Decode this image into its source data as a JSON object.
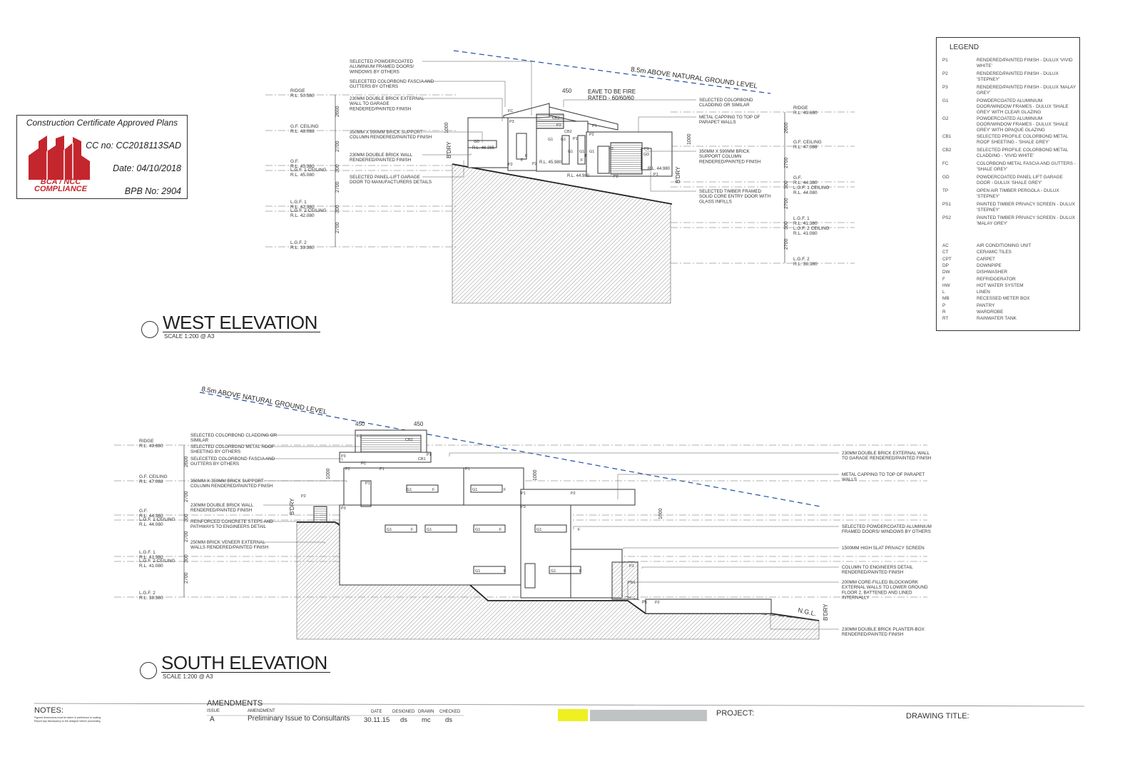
{
  "stamp": {
    "title": "Construction Certificate Approved Plans",
    "cc_no": "CC no:  CC2018113SAD",
    "date": "Date:  04/10/2018",
    "bpb_no": "BPB No:  2904",
    "logo_text_1": "BCA / NCC",
    "logo_text_2": "COMPLIANCE",
    "logo_color": "#c4262e"
  },
  "legend": {
    "title": "LEGEND",
    "finishes": [
      {
        "code": "P1",
        "desc": "RENDERED/PAINTED FINISH - DULUX 'VIVID WHITE'"
      },
      {
        "code": "P2",
        "desc": "RENDERED/PAINTED FINISH - DULUX 'STEPNEY'"
      },
      {
        "code": "P3",
        "desc": "RENDERED/PAINTED FINISH - DULUX 'MALAY GREY'"
      },
      {
        "code": "G1",
        "desc": "POWDERCOATED ALUMINIUM DOOR/WINDOW FRAMES - DULUX 'SHALE GREY' WITH CLEAR GLAZING"
      },
      {
        "code": "G2",
        "desc": "POWDERCOATED ALUMINIUM DOOR/WINDOW FRAMES - DULUX 'SHALE GREY' WITH OPAQUE GLAZING"
      },
      {
        "code": "CB1",
        "desc": "SELECTED PROFILE COLORBOND METAL ROOF SHEETING - 'SHALE GREY'"
      },
      {
        "code": "CB2",
        "desc": "SELECTED PROFILE COLORBOND METAL CLADDING - 'VIVID WHITE'"
      },
      {
        "code": "FC",
        "desc": "COLORBOND METAL FASCIA AND GUTTERS - 'SHALE GREY'"
      },
      {
        "code": "GD",
        "desc": "POWDERCOATED PANEL LIFT GARAGE DOOR - DULUX 'SHALE GREY'"
      },
      {
        "code": "TP",
        "desc": "OPEN AIR TIMBER PERGOLA - DULUX 'STEPNEY'"
      },
      {
        "code": "PS1",
        "desc": "PAINTED TIMBER PRIVACY SCREEN - DULUX 'STEPNEY'"
      },
      {
        "code": "PS2",
        "desc": "PAINTED TIMBER PRIVACY SCREEN - DULUX 'MALAY GREY'"
      }
    ],
    "abbreviations": [
      {
        "code": "AC",
        "desc": "AIR CONDITIONING UNIT"
      },
      {
        "code": "CT",
        "desc": "CERAMIC TILES"
      },
      {
        "code": "CPT",
        "desc": "CARPET"
      },
      {
        "code": "DP",
        "desc": "DOWNPIPE"
      },
      {
        "code": "DW",
        "desc": "DISHWASHER"
      },
      {
        "code": "F",
        "desc": "REFRIDGERATOR"
      },
      {
        "code": "HW",
        "desc": "HOT WATER SYSTEM"
      },
      {
        "code": "L",
        "desc": "LINEN"
      },
      {
        "code": "MB",
        "desc": "RECESSED METER BOX"
      },
      {
        "code": "P",
        "desc": "PANTRY"
      },
      {
        "code": "R",
        "desc": "WARDROBE"
      },
      {
        "code": "RT",
        "desc": "RAINWATER TANK"
      }
    ]
  },
  "west": {
    "title": "WEST ELEVATION",
    "scale": "SCALE 1:200  @ A3",
    "height_plane": "8.5m ABOVE NATURAL GROUND LEVEL",
    "left_levels": [
      {
        "name": "RIDGE",
        "rl": "R.L. 50.580"
      },
      {
        "name": "G.F. CEILING",
        "rl": "R.L. 48.088"
      },
      {
        "name": "G.F.",
        "rl": "R.L. 45.380"
      },
      {
        "name": "L.G.F. 1 CEILING",
        "rl": "R.L. 45.080"
      },
      {
        "name": "L.G.F. 1",
        "rl": "R.L. 42.380"
      },
      {
        "name": "L.G.F. 2 CEILING",
        "rl": "R.L. 42.080"
      },
      {
        "name": "L.G.F. 2",
        "rl": "R.L. 39.380"
      }
    ],
    "right_levels": [
      {
        "name": "RIDGE",
        "rl": "R.L. 49.680"
      },
      {
        "name": "G.F. CEILING",
        "rl": "R.L. 47.088"
      },
      {
        "name": "G.F.",
        "rl": "R.L. 44.380"
      },
      {
        "name": "L.G.F. 1 CEILING",
        "rl": "R.L. 44.080"
      },
      {
        "name": "L.G.F. 1",
        "rl": "R.L. 41.380"
      },
      {
        "name": "L.G.F. 2 CEILING",
        "rl": "R.L. 41.080"
      },
      {
        "name": "L.G.F. 2",
        "rl": "R.L. 38.380"
      }
    ],
    "dims_left": [
      "2600",
      "2700",
      "300",
      "2700",
      "300",
      "2700"
    ],
    "dims_right": [
      "2600",
      "2700",
      "300",
      "2700",
      "300",
      "2700"
    ],
    "notes_left": [
      "SELECTED POWDERCOATED ALUMINIUM FRAMED DOORS/ WINDOWS BY OTHERS",
      "SELECETED COLORBOND FASCIA AND GUTTERS BY OTHERS",
      "230MM DOUBLE BRICK EXTERNAL WALL TO GARAGE RENDERED/PAINTED FINISH",
      "350MM X 590MM BRICK SUPPORT COLUMN RENDERED/PAINTED FINISH",
      "230MM DOUBLE BRICK WALL RENDERED/PAINTED FINISH",
      "SELECTED PANEL-LIFT GARAGE DOOR TO MANUFACTURERS DETAILS"
    ],
    "notes_right": [
      "SELECTED COLORBOND CLADDING OR SIMILAR",
      "METAL CAPPING TO TOP OF PARAPET WALLS",
      "350MM X 590MM BRICK SUPPORT COLUMN RENDERED/PAINTED FINISH",
      "SELECTED TIMBER FRAMED SOLID CORE ENTRY DOOR WITH GLASS INFILLS"
    ],
    "eave_note": "EAVE TO BE FIRE RATED - 60/60/60",
    "dim_450": "450",
    "dim_1000": "1000",
    "bdry": "B'DRY",
    "spot_levels": [
      "R.L. 46.365",
      "R.L. 45.980",
      "R.L. 44.980",
      "R.L. 44.980"
    ],
    "tags": [
      "FC",
      "P3",
      "CB2",
      "P2",
      "P1",
      "CB2",
      "P1",
      "P2",
      "GD",
      "G1",
      "G1",
      "G1",
      "G1",
      "G1",
      "P1",
      "P3",
      "P2",
      "P2",
      "P2",
      "P1",
      "GD",
      "F",
      "F",
      "F",
      "F"
    ]
  },
  "south": {
    "title": "SOUTH ELEVATION",
    "scale": "SCALE 1:200  @ A3",
    "height_plane": "8.5m ABOVE NATURAL GROUND LEVEL",
    "levels": [
      {
        "name": "RIDGE",
        "rl": "R.L. 49.680"
      },
      {
        "name": "G.F. CEILING",
        "rl": "R.L. 47.088"
      },
      {
        "name": "G.F.",
        "rl": "R.L. 44.380"
      },
      {
        "name": "L.G.F. 1 CEILING",
        "rl": "R.L. 44.080"
      },
      {
        "name": "L.G.F. 1",
        "rl": "R.L. 41.380"
      },
      {
        "name": "L.G.F. 2 CEILING",
        "rl": "R.L. 41.080"
      },
      {
        "name": "L.G.F. 2",
        "rl": "R.L. 38.380"
      }
    ],
    "dims": [
      "2600",
      "2700",
      "300",
      "2700",
      "300",
      "2700"
    ],
    "notes_left": [
      "SELECTED COLORBOND CLADDING OR SIMILAR",
      "SELECTED COLORBOND METAL ROOF SHEETING BY OTHERS",
      "SELECETED COLORBOND FASCIA AND GUTTERS BY OTHERS",
      "350MM X 350MM BRICK SUPPORT COLUMN RENDERED/PAINTED FINISH",
      "230MM DOUBLE BRICK WALL RENDERED/PAINTED FINISH",
      "REINFORCED CONCRETE STEPS AND PATHWAYS TO ENGINEERS DETAIL",
      "250MM BRICK VENEER EXTERNAL WALLS RENDERED/PAINTED FINISH"
    ],
    "notes_right": [
      "230MM DOUBLE BRICK EXTERNAL WALL TO GARAGE RENDERED/PAINTED FINISH",
      "METAL CAPPING TO TOP OF PARAPET WALLS",
      "SELECTED POWDERCOATED ALUMINIUM FRAMED DOORS/ WINDOWS BY OTHERS",
      "1500MM HIGH SLAT PRIVACY SCREEN",
      "COLUMN TO ENGINEERS DETAIL RENDERED/PAINTED FINISH",
      "200MM CORE-FILLED BLOCKWORK EXTERNAL WALLS TO LOWER GROUND FLOOR 2, BATTENED AND LINED INTERNALLY",
      "230MM DOUBLE BRICK PLANTER-BOX RENDERED/PAINTED FINISH"
    ],
    "ngl": "N.G.L.",
    "bdry": "B'DRY",
    "dim_450": "450",
    "dim_1000": "1000",
    "tags": [
      "FC",
      "CB2",
      "P3",
      "CB1",
      "P1",
      "FC",
      "P2",
      "P1",
      "P1",
      "P2",
      "P3",
      "P1",
      "G1",
      "F",
      "G1",
      "F",
      "P1",
      "P2",
      "P3",
      "G1",
      "F",
      "G1",
      "G1",
      "F",
      "G1",
      "F",
      "G1",
      "F",
      "G1",
      "F",
      "P1",
      "PS1",
      "P3",
      "P2"
    ]
  },
  "title_block": {
    "notes_label": "NOTES:",
    "notes_small_1": "Figured dimensions must be taken in preference to scaling.",
    "notes_small_2": "Report any discrepancy to the designer before proceeding.",
    "amendments_label": "AMENDMENTS",
    "col_issue": "ISSUE",
    "col_amendment": "AMENDMENT",
    "col_date": "DATE",
    "col_designed": "DESIGNED",
    "col_drawn": "DRAWN",
    "col_checked": "CHECKED",
    "row_issue": "A",
    "row_amendment": "Preliminary Issue to Consultants",
    "row_date": "30.11.15",
    "row_designed": "ds",
    "row_drawn": "mc",
    "row_checked": "ds",
    "project_label": "PROJECT:",
    "drawing_title_label": "DRAWING TITLE:",
    "highlight_color": "#eef022",
    "grey_color": "#bfc3c3"
  },
  "colors": {
    "line": "#3a3a3a",
    "height_plane": "#1f4fa8",
    "hatch": "#8a8a8a"
  }
}
